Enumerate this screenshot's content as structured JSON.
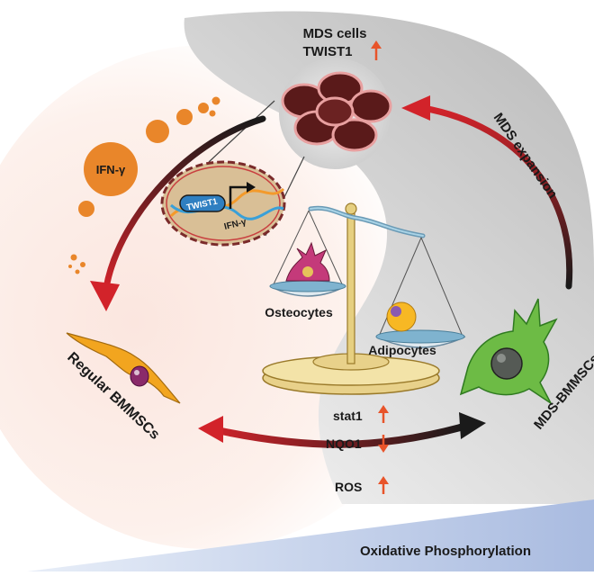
{
  "diagram": {
    "mds_cells": {
      "line1": "MDS cells",
      "line2": "TWIST1"
    },
    "mds_expansion": "MDS expansion",
    "ifn_gamma": "IFN-γ",
    "inset": {
      "gene": "TWIST1",
      "ligand": "IFN-γ"
    },
    "osteocytes": "Osteocytes",
    "adipocytes": "Adipocytes",
    "regular_bmmscs": "Regular BMMSCs",
    "mds_bmmscs": "MDS-BMMSCs",
    "markers": {
      "stat1": "stat1",
      "nqo1": "NQO1",
      "ros": "ROS"
    },
    "bottom_bar": "Oxidative Phosphorylation",
    "colors": {
      "arrow_up": "#e8542a",
      "arrow_red": "#d2232a",
      "ifn_orange": "#e9862a",
      "mds_cell": "#5a1a1a",
      "bmmsc_green": "#6dbb45",
      "bar_blue": "#bcc9e6"
    },
    "indicators": {
      "twist1": "up",
      "stat1": "up",
      "nqo1": "down",
      "ros": "up"
    }
  }
}
